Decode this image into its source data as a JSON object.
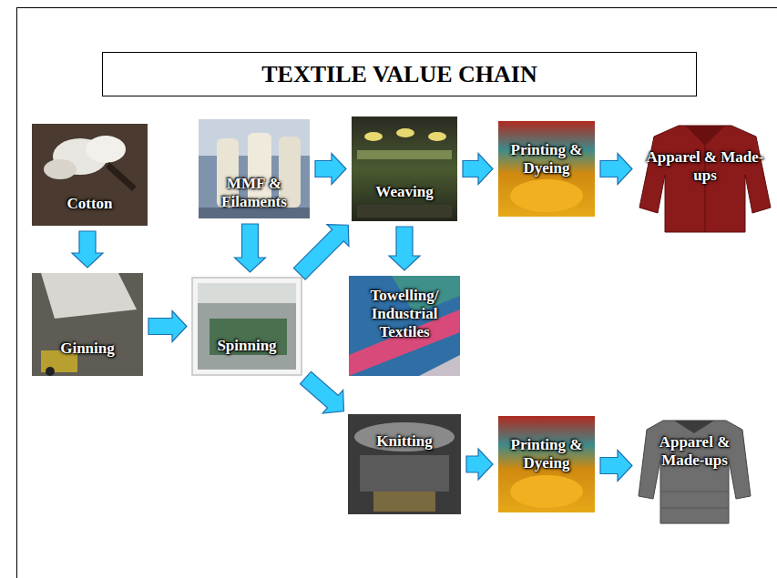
{
  "diagram": {
    "title": "TEXTILE VALUE CHAIN",
    "nodes": [
      {
        "text": [
          "Cotton"
        ]
      },
      {
        "text": [
          "MMF & Filaments"
        ]
      },
      {
        "text": [
          "Weaving"
        ]
      },
      {
        "text": [
          "Printing & Dyeing"
        ]
      },
      {
        "text": [
          "Apparel & Made-ups"
        ]
      },
      {
        "text": [
          "Ginning"
        ]
      },
      {
        "text": [
          "Spinning"
        ]
      },
      {
        "text": [
          "Towelling/ Industrial Textiles"
        ]
      },
      {
        "text": [
          "Knitting"
        ]
      },
      {
        "text": [
          "Printing & Dyeing"
        ]
      },
      {
        "text": [
          "Apparel & Made-ups"
        ]
      }
    ],
    "edges": [
      {
        "from": 0,
        "to": 5,
        "arrow": "to"
      },
      {
        "from": 5,
        "to": 6,
        "arrow": "to"
      },
      {
        "from": 1,
        "to": 6,
        "arrow": "to"
      },
      {
        "from": 1,
        "to": 2,
        "arrow": "to"
      },
      {
        "from": 6,
        "to": 2,
        "arrow": "to"
      },
      {
        "from": 2,
        "to": 7,
        "arrow": "to"
      },
      {
        "from": 2,
        "to": 3,
        "arrow": "to"
      },
      {
        "from": 3,
        "to": 4,
        "arrow": "to"
      },
      {
        "from": 6,
        "to": 8,
        "arrow": "to"
      },
      {
        "from": 8,
        "to": 9,
        "arrow": "to"
      },
      {
        "from": 9,
        "to": 10,
        "arrow": "to"
      }
    ]
  }
}
